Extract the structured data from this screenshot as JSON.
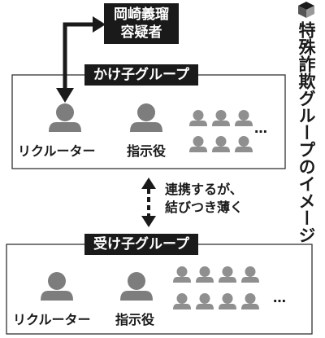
{
  "title": {
    "line1": "特殊詐欺グループの",
    "line2": "イメージ"
  },
  "suspect": {
    "line1": "岡崎義瑠",
    "line2": "容疑者"
  },
  "upper_group": {
    "title": "かけ子グループ",
    "recruiter_label": "リクルーター",
    "instructor_label": "指示役",
    "ellipsis": "…"
  },
  "connection": {
    "line1": "連携するが、",
    "line2": "結びつき薄く"
  },
  "lower_group": {
    "title": "受け子グループ",
    "recruiter_label": "リクルーター",
    "instructor_label": "指示役",
    "ellipsis": "…"
  },
  "colors": {
    "ink": "#1a1a1a",
    "person": "#7d7d7d",
    "person_light": "#8f8f8f",
    "box_border": "#333333"
  },
  "icons": {
    "person": "person-icon",
    "arrow": "arrow-icon",
    "title_marker": "cube-icon"
  }
}
